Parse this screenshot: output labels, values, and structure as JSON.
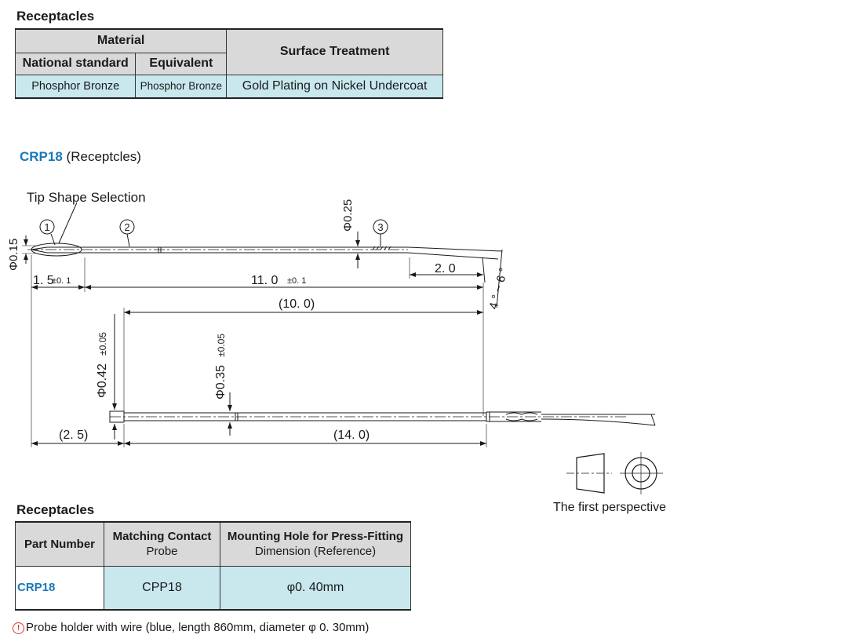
{
  "materials_section": {
    "title": "Receptacles",
    "headers": {
      "material": "Material",
      "national_standard": "National standard",
      "equivalent": "Equivalent",
      "surface_treatment": "Surface Treatment"
    },
    "row": {
      "national_standard": "Phosphor Bronze",
      "equivalent": "Phosphor Bronze",
      "surface_treatment": "Gold Plating on Nickel Undercoat"
    }
  },
  "drawing": {
    "part_code": "CRP18",
    "part_desc": "(Receptcles)",
    "tip_shape_label": "Tip Shape Selection",
    "callouts": [
      "1",
      "2",
      "3"
    ],
    "dims": {
      "d_015": "Φ0.15",
      "d_025": "Φ0.25",
      "len_15": "1. 5",
      "tol_01": "±0. 1",
      "len_110": "11. 0",
      "len_20": "2. 0",
      "angle": "4 ° ~ 6 °",
      "len_100": "(10. 0)",
      "d_042": "Φ0.42",
      "tol_005": "±0.05",
      "d_035": "Φ0.35",
      "len_25": "(2. 5)",
      "len_140": "(14. 0)"
    },
    "perspective_label": "The first perspective"
  },
  "receptacles_section": {
    "title": "Receptacles",
    "headers": {
      "part_number": "Part Number",
      "matching_probe_l1": "Matching Contact",
      "matching_probe_l2": "Probe",
      "mounting_hole_l1": "Mounting Hole for Press-Fitting",
      "mounting_hole_l2": "Dimension (Reference)"
    },
    "rows": [
      {
        "part_number": "CRP18",
        "matching_probe": "CPP18",
        "mounting_hole": "φ0. 40mm"
      }
    ]
  },
  "note": {
    "text": "Probe holder with wire (blue,  length 860mm,  diameter φ 0. 30mm)"
  },
  "colors": {
    "accent_blue": "#1a78b8",
    "row_fill": "#c8e8ee",
    "header_fill": "#d9d9d9"
  }
}
